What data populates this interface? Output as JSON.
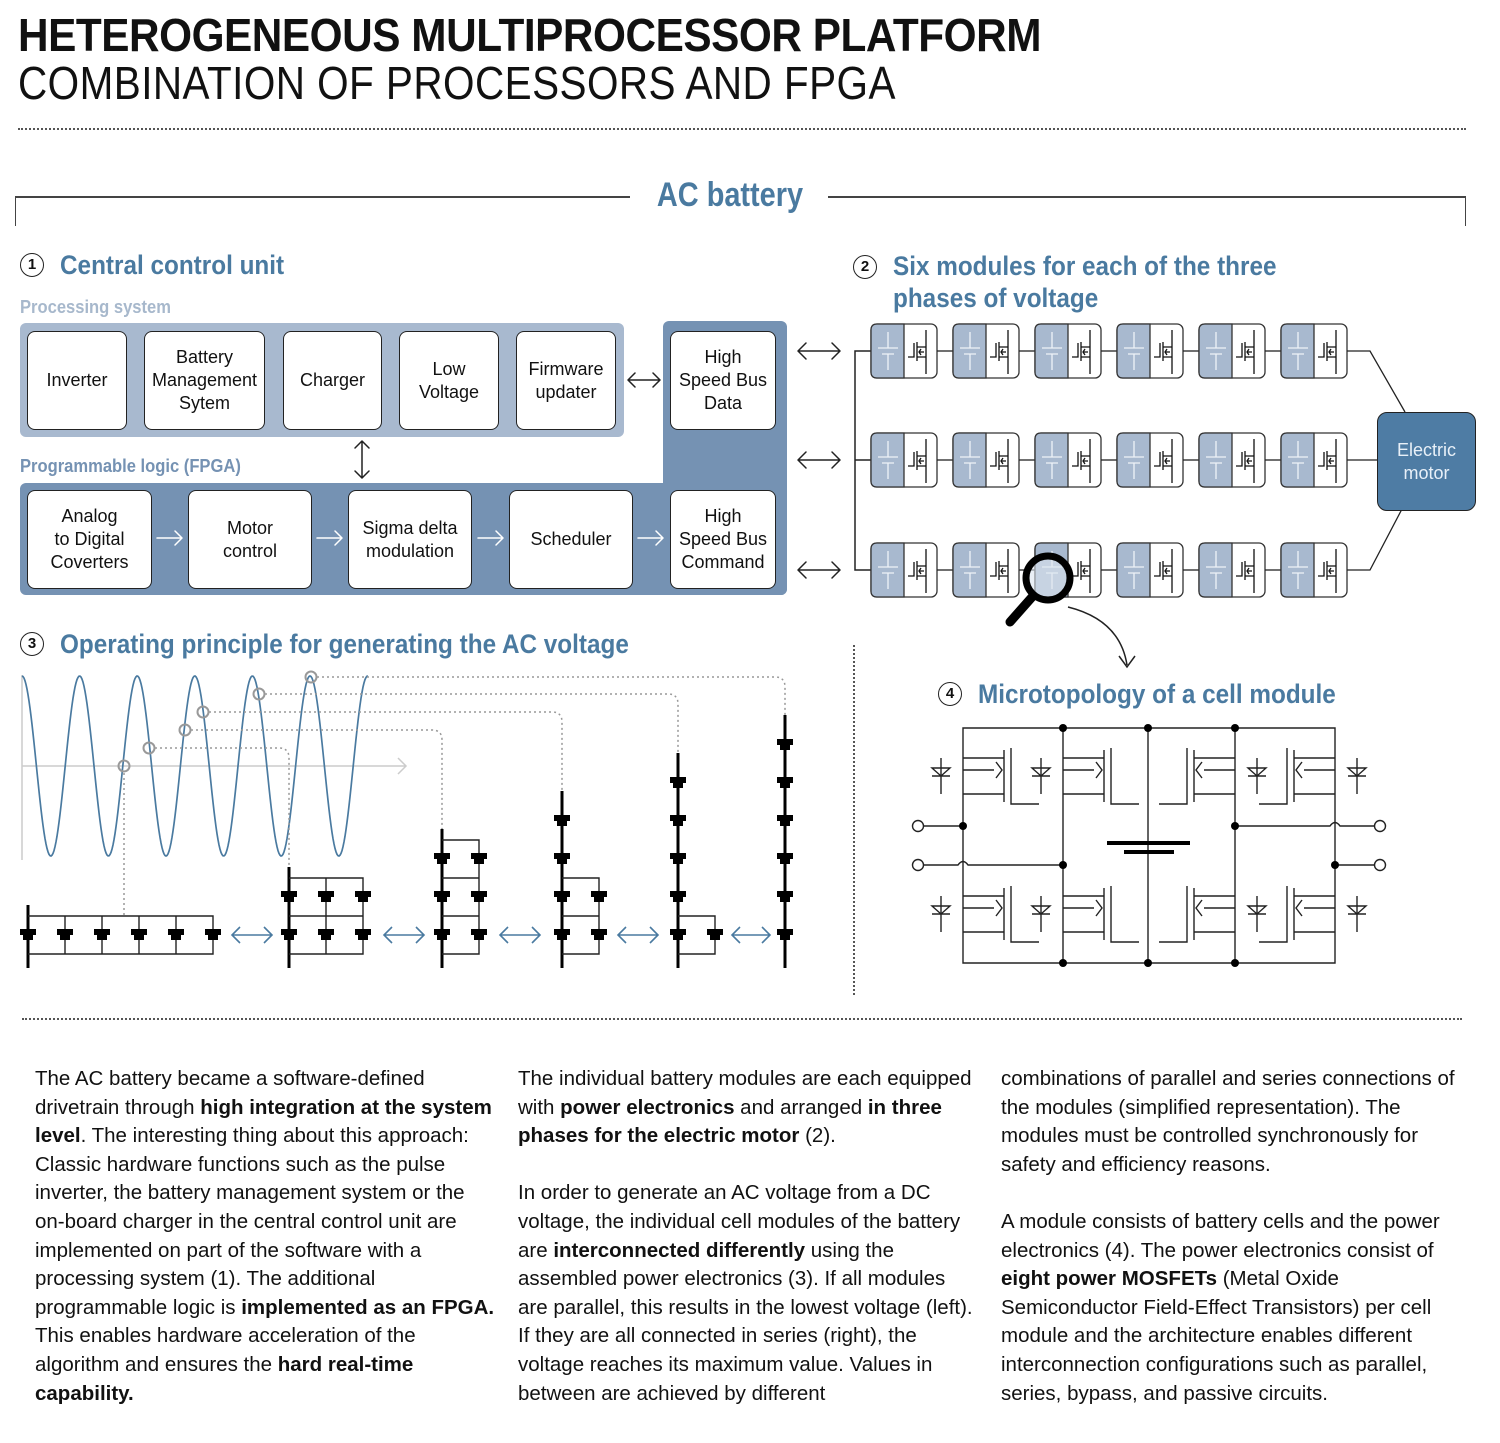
{
  "header": {
    "title": "HETEROGENEOUS MULTIPROCESSOR PLATFORM",
    "subtitle": "COMBINATION OF PROCESSORS AND FPGA"
  },
  "frame_title": "AC battery",
  "colors": {
    "accent_blue": "#4a7aa0",
    "processing_panel": "#a8b9cf",
    "fpga_panel": "#7592b3",
    "motor": "#4e7ca4",
    "wave": "#4a7aa0"
  },
  "section1": {
    "number": "1",
    "title": "Central control unit",
    "processing_label": "Processing system",
    "fpga_label": "Programmable logic (FPGA)",
    "processing_boxes": [
      "Inverter",
      "Battery\nManagement\nSytem",
      "Charger",
      "Low\nVoltage",
      "Firmware\nupdater"
    ],
    "bus_data": "High\nSpeed Bus\nData",
    "fpga_boxes": [
      "Analog\nto Digital\nCoverters",
      "Motor\ncontrol",
      "Sigma delta\nmodulation",
      "Scheduler"
    ],
    "bus_command": "High\nSpeed Bus\nCommand"
  },
  "section2": {
    "number": "2",
    "title_line1": "Six modules for each of the three",
    "title_line2": "phases of voltage",
    "phases": 3,
    "modules_per_phase": 6,
    "motor_label": "Electric\nmotor"
  },
  "section3": {
    "number": "3",
    "title": "Operating principle for generating the AC voltage",
    "configurations": [
      {
        "name": "all-parallel",
        "series": 1,
        "parallel": 6
      },
      {
        "name": "2-series-3-parallel",
        "series": 2,
        "parallel": 3
      },
      {
        "name": "3-series-2-parallel",
        "series": 3,
        "parallel": 2
      },
      {
        "name": "4-series-mixed",
        "series": 4,
        "parallel": 2
      },
      {
        "name": "5-series-mixed",
        "series": 5,
        "parallel": 2
      },
      {
        "name": "all-series",
        "series": 6,
        "parallel": 1
      }
    ]
  },
  "section4": {
    "number": "4",
    "title": "Microtopology of a cell module",
    "mosfet_count": 8
  },
  "body_text": {
    "col1": [
      {
        "t": "The AC battery became a software-defined drivetrain through "
      },
      {
        "t": "high integration at the system level",
        "b": true
      },
      {
        "t": ". The interesting thing about this approach: Classic hardware functions such as the pulse inverter, the battery management system or the on-board charger in the central control unit are implemented on part of the software with a processing system (1). The additional programmable logic is "
      },
      {
        "t": "implemented as an FPGA.",
        "b": true
      },
      {
        "t": " This enables hardware acceleration of the algorithm and ensures the "
      },
      {
        "t": "hard real-time capability.",
        "b": true
      }
    ],
    "col2_p1": [
      {
        "t": "The individual battery modules are each equipped with "
      },
      {
        "t": "power electronics",
        "b": true
      },
      {
        "t": " and arranged "
      },
      {
        "t": "in three phases for the electric motor",
        "b": true
      },
      {
        "t": " (2)."
      }
    ],
    "col2_p2": [
      {
        "t": "In order to generate an AC voltage from a DC voltage, the individual cell modules of the battery are "
      },
      {
        "t": "interconnected differently",
        "b": true
      },
      {
        "t": " using the assembled power electronics (3). If all modules are parallel, this results in the lowest voltage (left). If they are all connected in series (right), the voltage reaches its maximum value. Values in between are achieved by different"
      }
    ],
    "col3_p1": [
      {
        "t": "combinations of parallel and series connections of the modules (simplified representation). The modules must be controlled synchronously for safety and efficiency reasons."
      }
    ],
    "col3_p2": [
      {
        "t": "A module consists of battery cells and the power electronics (4). The power electronics consist of "
      },
      {
        "t": "eight power MOSFETs",
        "b": true
      },
      {
        "t": " (Metal Oxide Semiconductor Field-Effect Transistors) per cell module and the architecture enables different interconnection configurations such as parallel, series, bypass, and passive circuits."
      }
    ]
  }
}
